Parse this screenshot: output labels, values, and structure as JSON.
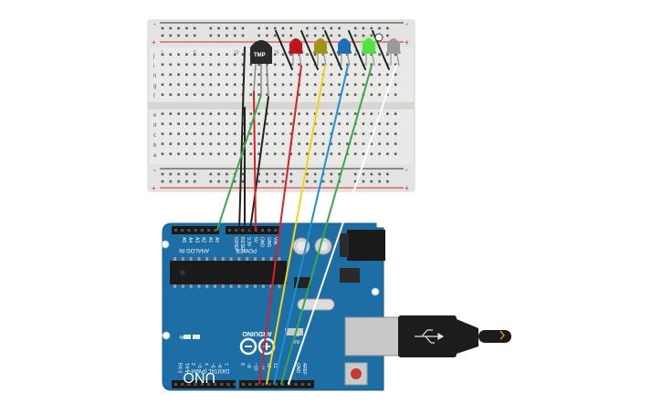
{
  "breadboard": {
    "rail_plus": "+",
    "rail_minus": "-",
    "row_letters_top": [
      "j",
      "i",
      "h",
      "g",
      "f"
    ],
    "row_letters_bottom": [
      "e",
      "d",
      "c",
      "b",
      "a"
    ],
    "column_numbers": [
      "1",
      "5",
      "10",
      "15",
      "20",
      "25",
      "30"
    ]
  },
  "components": {
    "temp_sensor_label": "TMP",
    "led_colors": [
      "#c0141c",
      "#a39215",
      "#1b6fb3",
      "#39d12f",
      "#9a9a9a"
    ]
  },
  "arduino": {
    "brand": "ARDUINO",
    "model": "UNO",
    "on_label": "ON",
    "tx_label": "TX",
    "rx_label": "RX",
    "power_header_label": "POWER",
    "analog_header_label": "ANALOG IN",
    "digital_header_label": "DIGITAL (PWM~)",
    "aref_label": "AREF",
    "gnd_label": "GND",
    "analog_pins": [
      "A0",
      "A1",
      "A2",
      "A3",
      "A4",
      "A5"
    ],
    "power_pins": [
      "VIN",
      "GND",
      "GND",
      "5V",
      "3.3V",
      "RESET",
      "IOREF"
    ],
    "digital_pins_right": [
      "13",
      "12",
      "~11",
      "~10",
      "~9",
      "8"
    ],
    "digital_pins_left": [
      "7",
      "~6",
      "~5",
      "4",
      "~3",
      "2",
      "TX 1",
      "RX 0"
    ]
  },
  "wire_colors": {
    "black": "#222222",
    "red": "#d6202a",
    "green": "#3aa84a",
    "yellow": "#f2d316",
    "blue": "#1f8fd0",
    "white": "#ffffff"
  }
}
